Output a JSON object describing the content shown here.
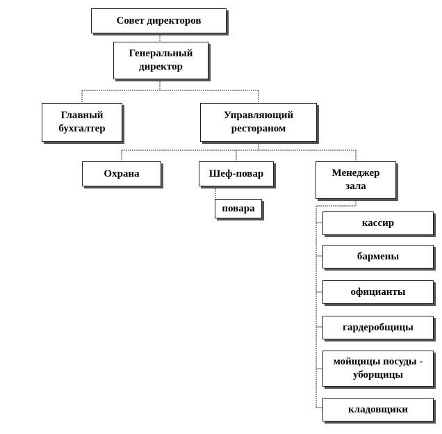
{
  "nodes": {
    "board": "Совет директоров",
    "general_director": [
      "Генеральный",
      "директор"
    ],
    "chief_accountant": [
      "Главный",
      "бухгалтер"
    ],
    "restaurant_manager": [
      "Управляющий",
      "рестораном"
    ],
    "security": "Охрана",
    "chef": "Шеф-повар",
    "cooks": "повара",
    "hall_manager": [
      "Менеджер",
      "зала"
    ],
    "cashier": "кассир",
    "bartenders": "бармены",
    "waiters": "официанты",
    "cloakroom": "гардеробщицы",
    "dishwashers": [
      "мойщицы посуды -",
      "уборщицы"
    ],
    "storekeepers": "кладовщики"
  }
}
